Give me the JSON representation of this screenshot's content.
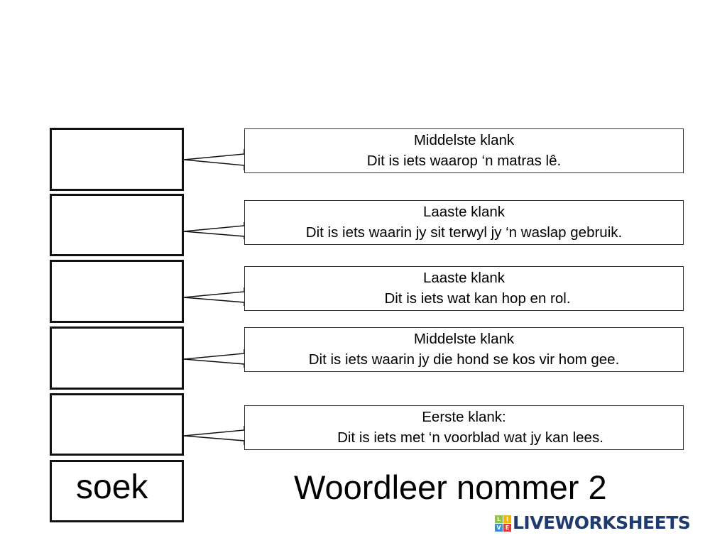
{
  "worksheet": {
    "title": "Woordleer nommer 2",
    "word": "soek",
    "clues": [
      {
        "heading": "Middelste klank",
        "text": "Dit is iets waarop ‘n matras lê.",
        "answer": ""
      },
      {
        "heading": "Laaste klank",
        "text": "Dit is iets waarin jy sit terwyl jy ‘n waslap gebruik.",
        "answer": ""
      },
      {
        "heading": "Laaste klank",
        "text": "Dit is iets wat kan hop en rol.",
        "answer": ""
      },
      {
        "heading": "Middelste klank",
        "text": "Dit is iets waarin jy die hond se kos vir hom gee.",
        "answer": ""
      },
      {
        "heading": "Eerste klank:",
        "text": "Dit is iets met ‘n voorblad wat jy kan lees.",
        "answer": ""
      }
    ]
  },
  "branding": {
    "logo_text": "LIVEWORKSHEETS",
    "logo_letters": [
      "L",
      "I",
      "V",
      "E"
    ],
    "logo_letter_colors": [
      "#8dc63f",
      "#f7b500",
      "#3b8fd9",
      "#e53935"
    ],
    "logo_text_color": "#1e3a6e"
  }
}
